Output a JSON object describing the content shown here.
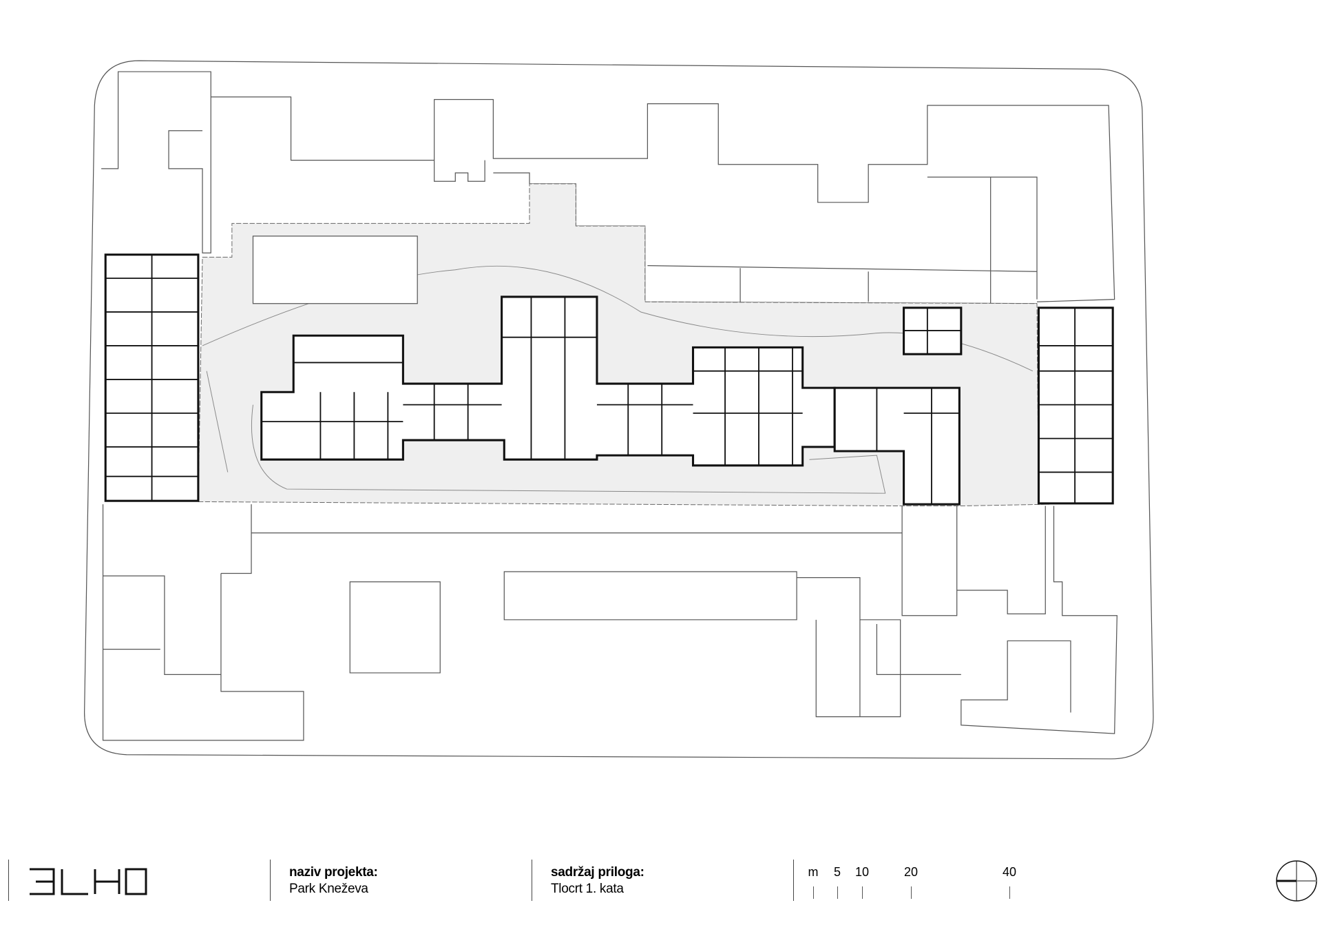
{
  "logo": "3LHD",
  "project": {
    "label": "naziv projekta:",
    "value": "Park Kneževa"
  },
  "content": {
    "label": "sadržaj priloga:",
    "value": "Tlocrt 1. kata"
  },
  "scale": {
    "unit": "m",
    "ticks": [
      "5",
      "10",
      "20",
      "40"
    ]
  },
  "colors": {
    "line": "#555555",
    "wall": "#111111",
    "courtyard": "#eeeeee"
  }
}
